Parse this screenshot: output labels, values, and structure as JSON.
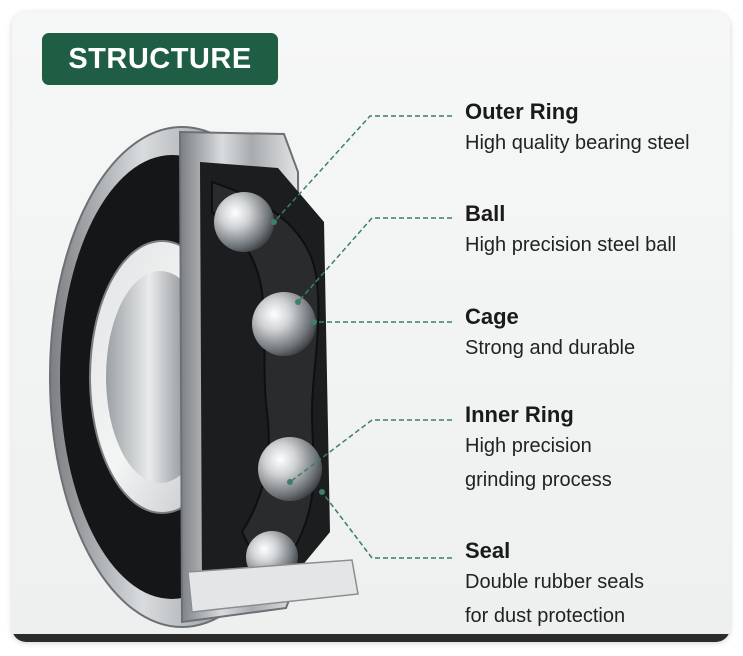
{
  "badge": {
    "title": "STRUCTURE"
  },
  "colors": {
    "accent": "#1f5d45",
    "leader": "#3d7f68"
  },
  "parts": [
    {
      "title": "Outer Ring",
      "desc": [
        "High quality bearing steel"
      ]
    },
    {
      "title": "Ball",
      "desc": [
        "High precision steel ball"
      ]
    },
    {
      "title": "Cage",
      "desc": [
        "Strong and durable"
      ]
    },
    {
      "title": "Inner Ring",
      "desc": [
        "High precision",
        "grinding process"
      ]
    },
    {
      "title": "Seal",
      "desc": [
        "Double rubber seals",
        "for dust protection"
      ]
    }
  ]
}
